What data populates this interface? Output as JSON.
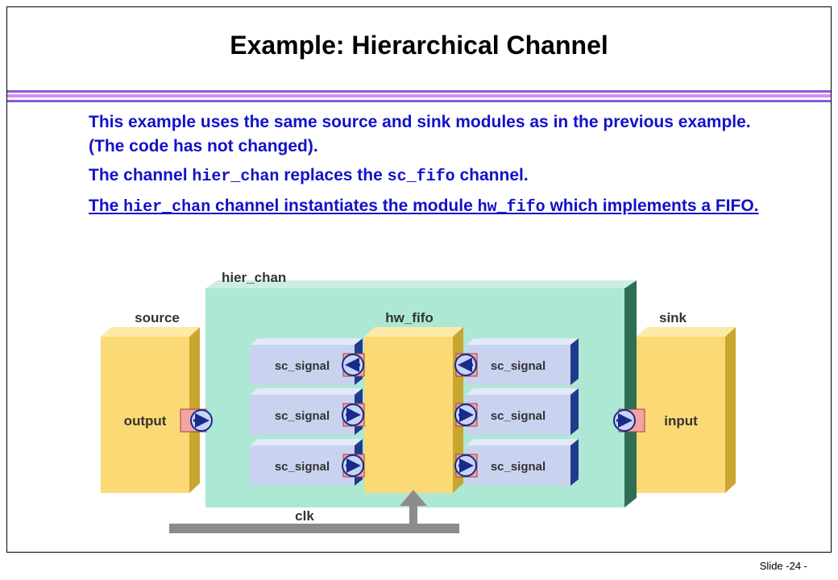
{
  "slide": {
    "title": "Example: Hierarchical Channel",
    "bullets": [
      {
        "segments": [
          {
            "text": "This example uses the same source and sink modules as in the previous example. (The code has not changed).",
            "code": false
          }
        ]
      },
      {
        "segments": [
          {
            "text": "The channel ",
            "code": false
          },
          {
            "text": "hier_chan",
            "code": true
          },
          {
            "text": " replaces the ",
            "code": false
          },
          {
            "text": "sc_fifo",
            "code": true
          },
          {
            "text": " channel.",
            "code": false
          }
        ]
      },
      {
        "underline": true,
        "segments": [
          {
            "text": "The ",
            "code": false
          },
          {
            "text": "hier_chan",
            "code": true
          },
          {
            "text": " channel instantiates the module ",
            "code": false
          },
          {
            "text": "hw_fifo",
            "code": true
          },
          {
            "text": " which implements a FIFO.",
            "code": false
          }
        ]
      }
    ],
    "slide_number": "Slide -24 -"
  },
  "diagram": {
    "labels": {
      "hier_chan": "hier_chan",
      "hw_fifo": "hw_fifo",
      "source": "source",
      "sink": "sink",
      "output": "output",
      "input": "input",
      "clk": "clk"
    },
    "left_signals": [
      "sc_signal",
      "sc_signal",
      "sc_signal"
    ],
    "right_signals": [
      "sc_signal",
      "sc_signal",
      "sc_signal"
    ],
    "colors": {
      "text_blue": "#1212c8",
      "rule_purple": "#c070e8",
      "rule_dark": "#6a5acd",
      "channel_fill": "#ade8d4",
      "channel_side": "#2e6e54",
      "module_fill": "#fbd975",
      "signal_fill": "#c9d3f0",
      "port_fill": "#f4a3a3"
    }
  }
}
